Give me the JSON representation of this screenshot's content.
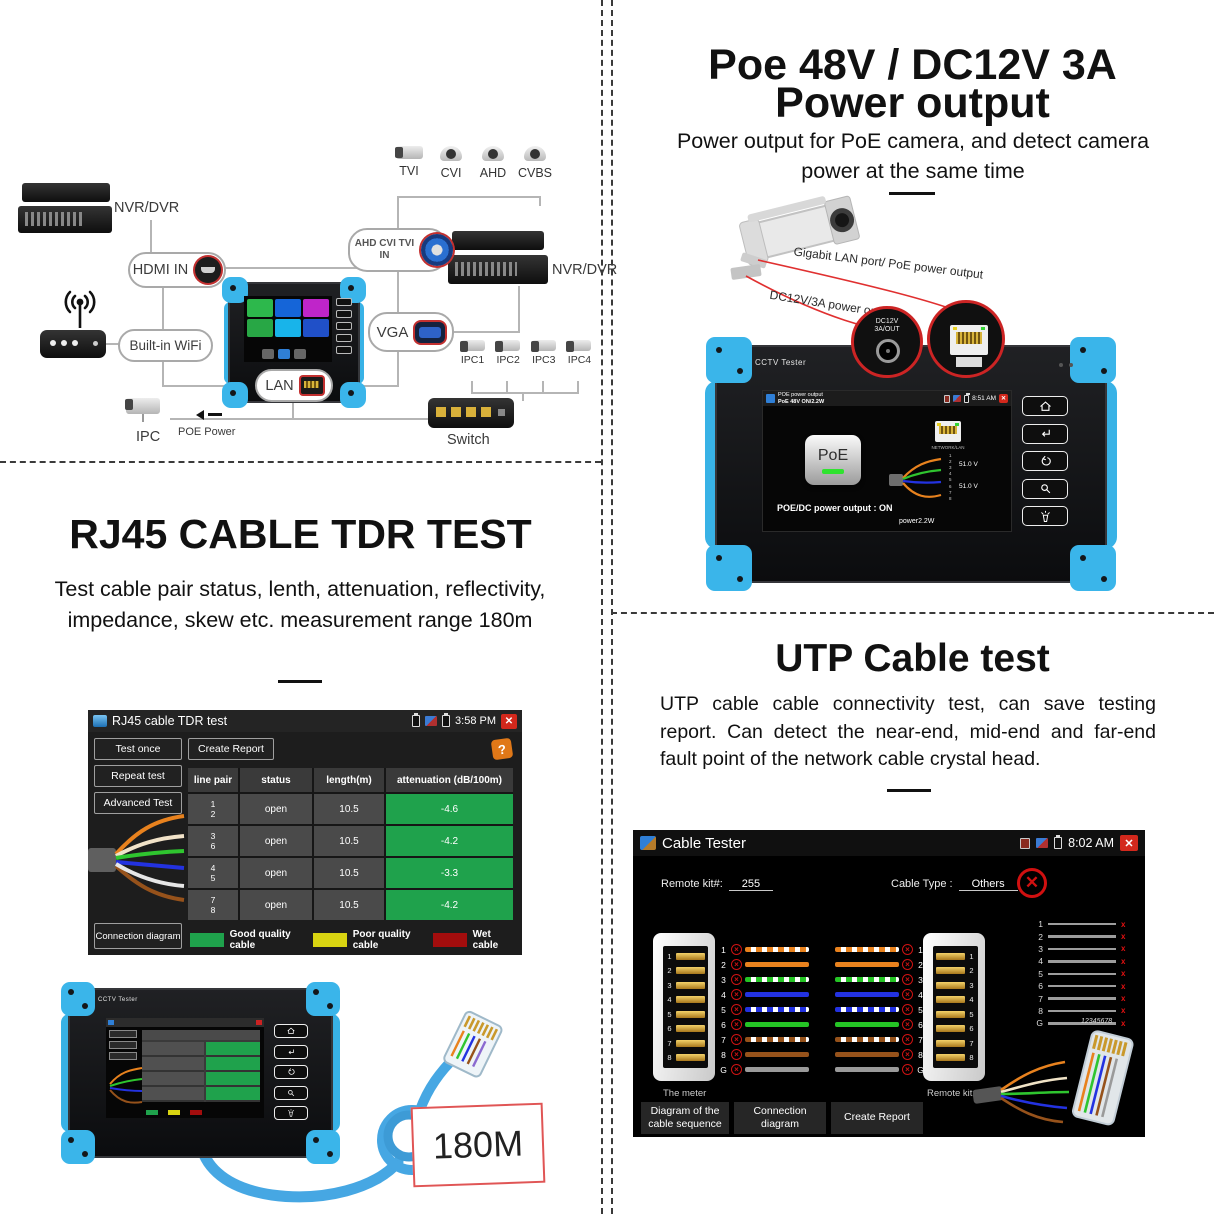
{
  "diagram": {
    "nvr_dvr_left": "NVR/DVR",
    "hdmi_in": "HDMI IN",
    "builtin_wifi": "Built-in WiFi",
    "lan": "LAN",
    "ahd_line1": "AHD CVI TVI",
    "ahd_line2": "IN",
    "nvr_dvr_right": "NVR/DVR",
    "vga": "VGA",
    "camera_types": [
      "TVI",
      "CVI",
      "AHD",
      "CVBS"
    ],
    "ipc_labels": [
      "IPC1",
      "IPC2",
      "IPC3",
      "IPC4"
    ],
    "ipc": "IPC",
    "poe_power": "POE Power",
    "switch": "Switch"
  },
  "poe": {
    "title_line1": "Poe 48V / DC12V 3A",
    "title_line2": "Power output",
    "subtitle": "Power output for PoE camera, and detect camera power at the same time",
    "annotation_lan": "Gigabit LAN port/ PoE power output",
    "annotation_dc": "DC12V/3A power output.",
    "device_brand": "CCTV Tester",
    "dc_label_line1": "DC12V",
    "dc_label_line2": "3A/OUT",
    "screen": {
      "app_title_line1": "POE power output",
      "app_title_line2": "PoE 48V ON/2.2W",
      "time": "8:51 AM",
      "poe_button": "PoE",
      "status": "POE/DC power output : ON",
      "network_label": "NETWORK/LAN",
      "pins": [
        "1",
        "2",
        "3",
        "4",
        "5",
        "6",
        "7",
        "8"
      ],
      "voltages": [
        "51.0 V",
        "51.0 V"
      ],
      "power": "power2.2W"
    }
  },
  "tdr": {
    "title": "RJ45 CABLE TDR TEST",
    "description": "Test cable pair status, lenth, attenuation, reflectivity, impedance, skew etc. measurement range 180m",
    "device_brand": "CCTV Tester",
    "cable_tag": "180M",
    "screen": {
      "app_title": "RJ45 cable TDR test",
      "time": "3:58 PM",
      "help": "?",
      "side_buttons": [
        "Test once",
        "Repeat test",
        "Advanced Test"
      ],
      "create_report": "Create Report",
      "connection_diagram": "Connection diagram",
      "table": {
        "headers": [
          "line pair",
          "status",
          "length(m)",
          "attenuation (dB/100m)"
        ],
        "rows": [
          {
            "pair": [
              "1",
              "2"
            ],
            "status": "open",
            "length": "10.5",
            "attenuation": "-4.6"
          },
          {
            "pair": [
              "3",
              "6"
            ],
            "status": "open",
            "length": "10.5",
            "attenuation": "-4.2"
          },
          {
            "pair": [
              "4",
              "5"
            ],
            "status": "open",
            "length": "10.5",
            "attenuation": "-3.3"
          },
          {
            "pair": [
              "7",
              "8"
            ],
            "status": "open",
            "length": "10.5",
            "attenuation": "-4.2"
          }
        ]
      },
      "legend": [
        {
          "label": "Good quality cable",
          "color": "#1fa24c"
        },
        {
          "label": "Poor quality cable",
          "color": "#d8d411"
        },
        {
          "label": "Wet cable",
          "color": "#a30d0d"
        }
      ]
    }
  },
  "utp": {
    "title": "UTP Cable test",
    "description": "UTP cable cable connectivity test, can save testing report. Can detect the near-end, mid-end and far-end fault point of the network cable crystal head.",
    "screen": {
      "app_title": "Cable Tester",
      "time": "8:02 AM",
      "remote_kit_label": "Remote kit#:",
      "remote_kit_value": "255",
      "cable_type_label": "Cable Type :",
      "cable_type_value": "Others",
      "meter_label": "The meter",
      "remote_kit_caption": "Remote kit",
      "crystal_numbers": "12345678",
      "wires": [
        {
          "pin": "1",
          "color": "#e8821e",
          "striped": true
        },
        {
          "pin": "2",
          "color": "#e8821e",
          "striped": false
        },
        {
          "pin": "3",
          "color": "#25c425",
          "striped": true
        },
        {
          "pin": "4",
          "color": "#2332e0",
          "striped": false
        },
        {
          "pin": "5",
          "color": "#2332e0",
          "striped": true
        },
        {
          "pin": "6",
          "color": "#25c425",
          "striped": false
        },
        {
          "pin": "7",
          "color": "#96521b",
          "striped": true
        },
        {
          "pin": "8",
          "color": "#96521b",
          "striped": false
        },
        {
          "pin": "G",
          "color": "#9a9a9a",
          "striped": false
        }
      ],
      "status_pins": [
        "1",
        "2",
        "3",
        "4",
        "5",
        "6",
        "7",
        "8",
        "G"
      ],
      "buttons": [
        "Diagram of the cable sequence",
        "Connection diagram",
        "Create Report"
      ]
    }
  },
  "colors": {
    "device_blue": "#3ab5ea",
    "good_green": "#1fa24c",
    "poor_yellow": "#d8d411",
    "wet_red": "#a30d0d",
    "alert_red": "#d3281c"
  }
}
